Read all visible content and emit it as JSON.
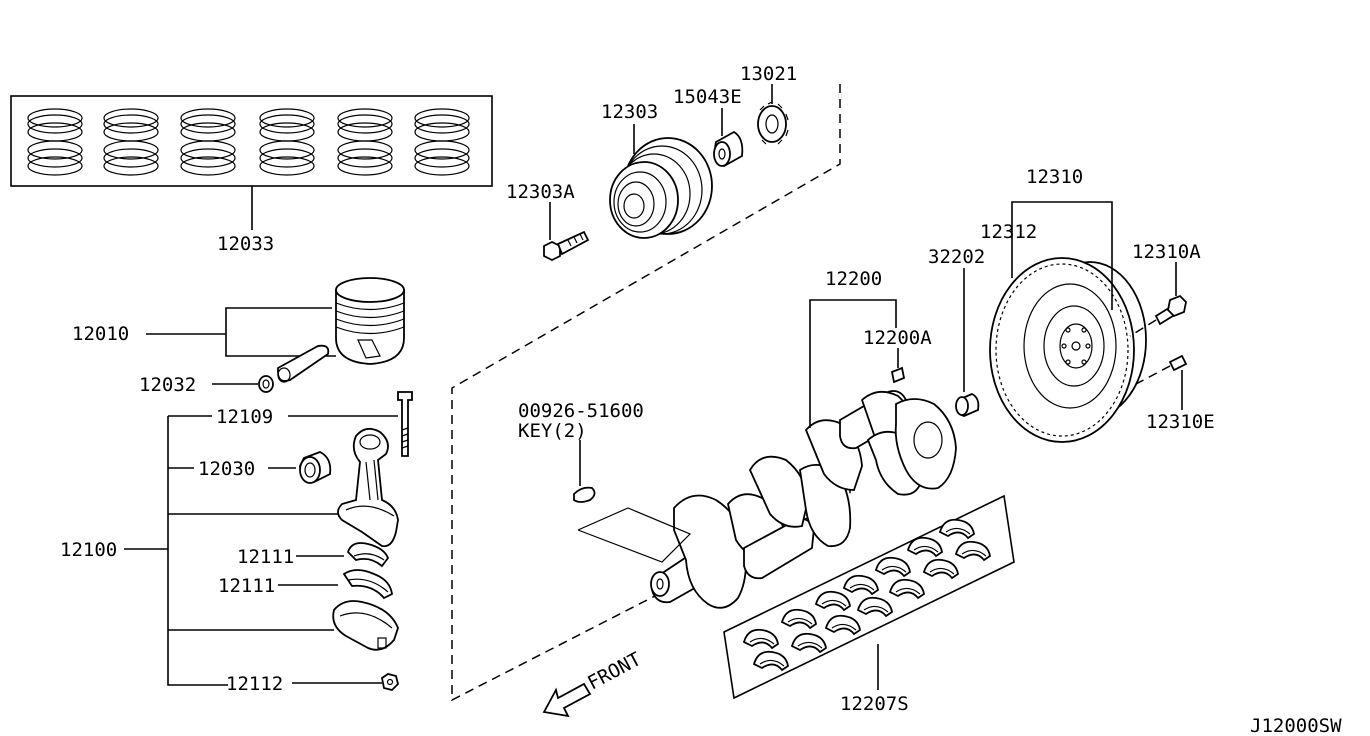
{
  "diagram": {
    "code": "J12000SW",
    "front_label": "FRONT",
    "part_numbers": {
      "piston_ring_set": "12033",
      "piston": "12010",
      "snap_ring": "12032",
      "con_rod_bolt": "12109",
      "con_rod_bushing": "12030",
      "con_rod_assembly": "12100",
      "con_rod_bearing_upper": "12111",
      "con_rod_bearing_lower": "12111",
      "con_rod_nut": "12112",
      "pulley": "12303",
      "pulley_bolt": "12303A",
      "sprocket_spacer": "15043E",
      "crank_sprocket": "13021",
      "crankshaft": "12200",
      "crank_pin": "12200A",
      "key_part": "00926-51600",
      "key_label": "KEY(2)",
      "pilot_bushing": "32202",
      "flywheel": "12310",
      "ring_gear": "12312",
      "flywheel_bolt": "12310A",
      "flywheel_dowel": "12310E",
      "main_bearing_set": "12207S"
    }
  }
}
